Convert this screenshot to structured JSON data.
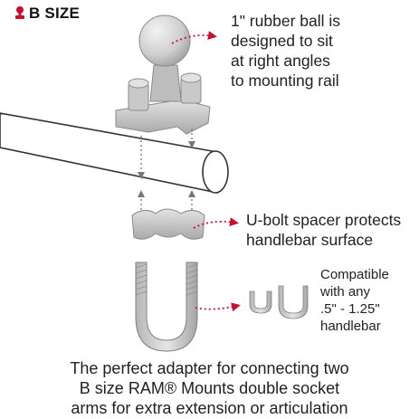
{
  "header": {
    "size_label": "B SIZE",
    "accent_color": "#c8102e"
  },
  "callouts": {
    "ball_lines": [
      "1\" rubber ball is",
      "designed to sit",
      "at right angles",
      "to mounting rail"
    ],
    "spacer_lines": [
      "U-bolt spacer protects",
      "handlebar surface"
    ],
    "compat_lines": [
      "Compatible",
      "with any",
      ".5\" - 1.25\"",
      "handlebar"
    ]
  },
  "caption": {
    "lines": [
      "The perfect adapter for connecting two",
      "B size RAM® Mounts double socket",
      "arms for extra extension or articulation"
    ]
  },
  "icons": {
    "size_icon": "ball-mount-icon"
  }
}
